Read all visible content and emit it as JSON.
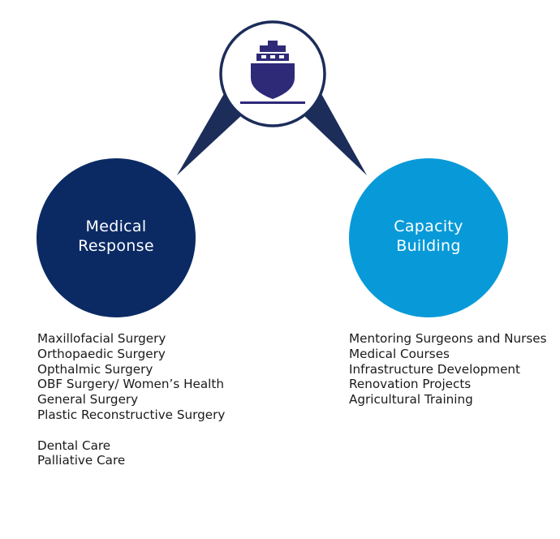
{
  "colors": {
    "navy": "#0b2a64",
    "connector_navy": "#1c2d5a",
    "cyan": "#089ad8",
    "icon_purple": "#2e2a78",
    "text": "#1a1a1a"
  },
  "center": {
    "icon": "ship-icon"
  },
  "medical_response": {
    "title_line_1": "Medical",
    "title_line_2": "Response",
    "items": [
      "Maxillofacial Surgery",
      "Orthopaedic Surgery",
      "Opthalmic Surgery",
      "OBF Surgery/ Women’s Health",
      "General Surgery",
      "Plastic Reconstructive Surgery"
    ],
    "extra_items": [
      "Dental Care",
      "Palliative Care"
    ]
  },
  "capacity_building": {
    "title_line_1": "Capacity",
    "title_line_2": "Building",
    "items": [
      "Mentoring Surgeons and Nurses",
      "Medical Courses",
      "Infrastructure Development",
      "Renovation Projects",
      "Agricultural Training"
    ]
  }
}
